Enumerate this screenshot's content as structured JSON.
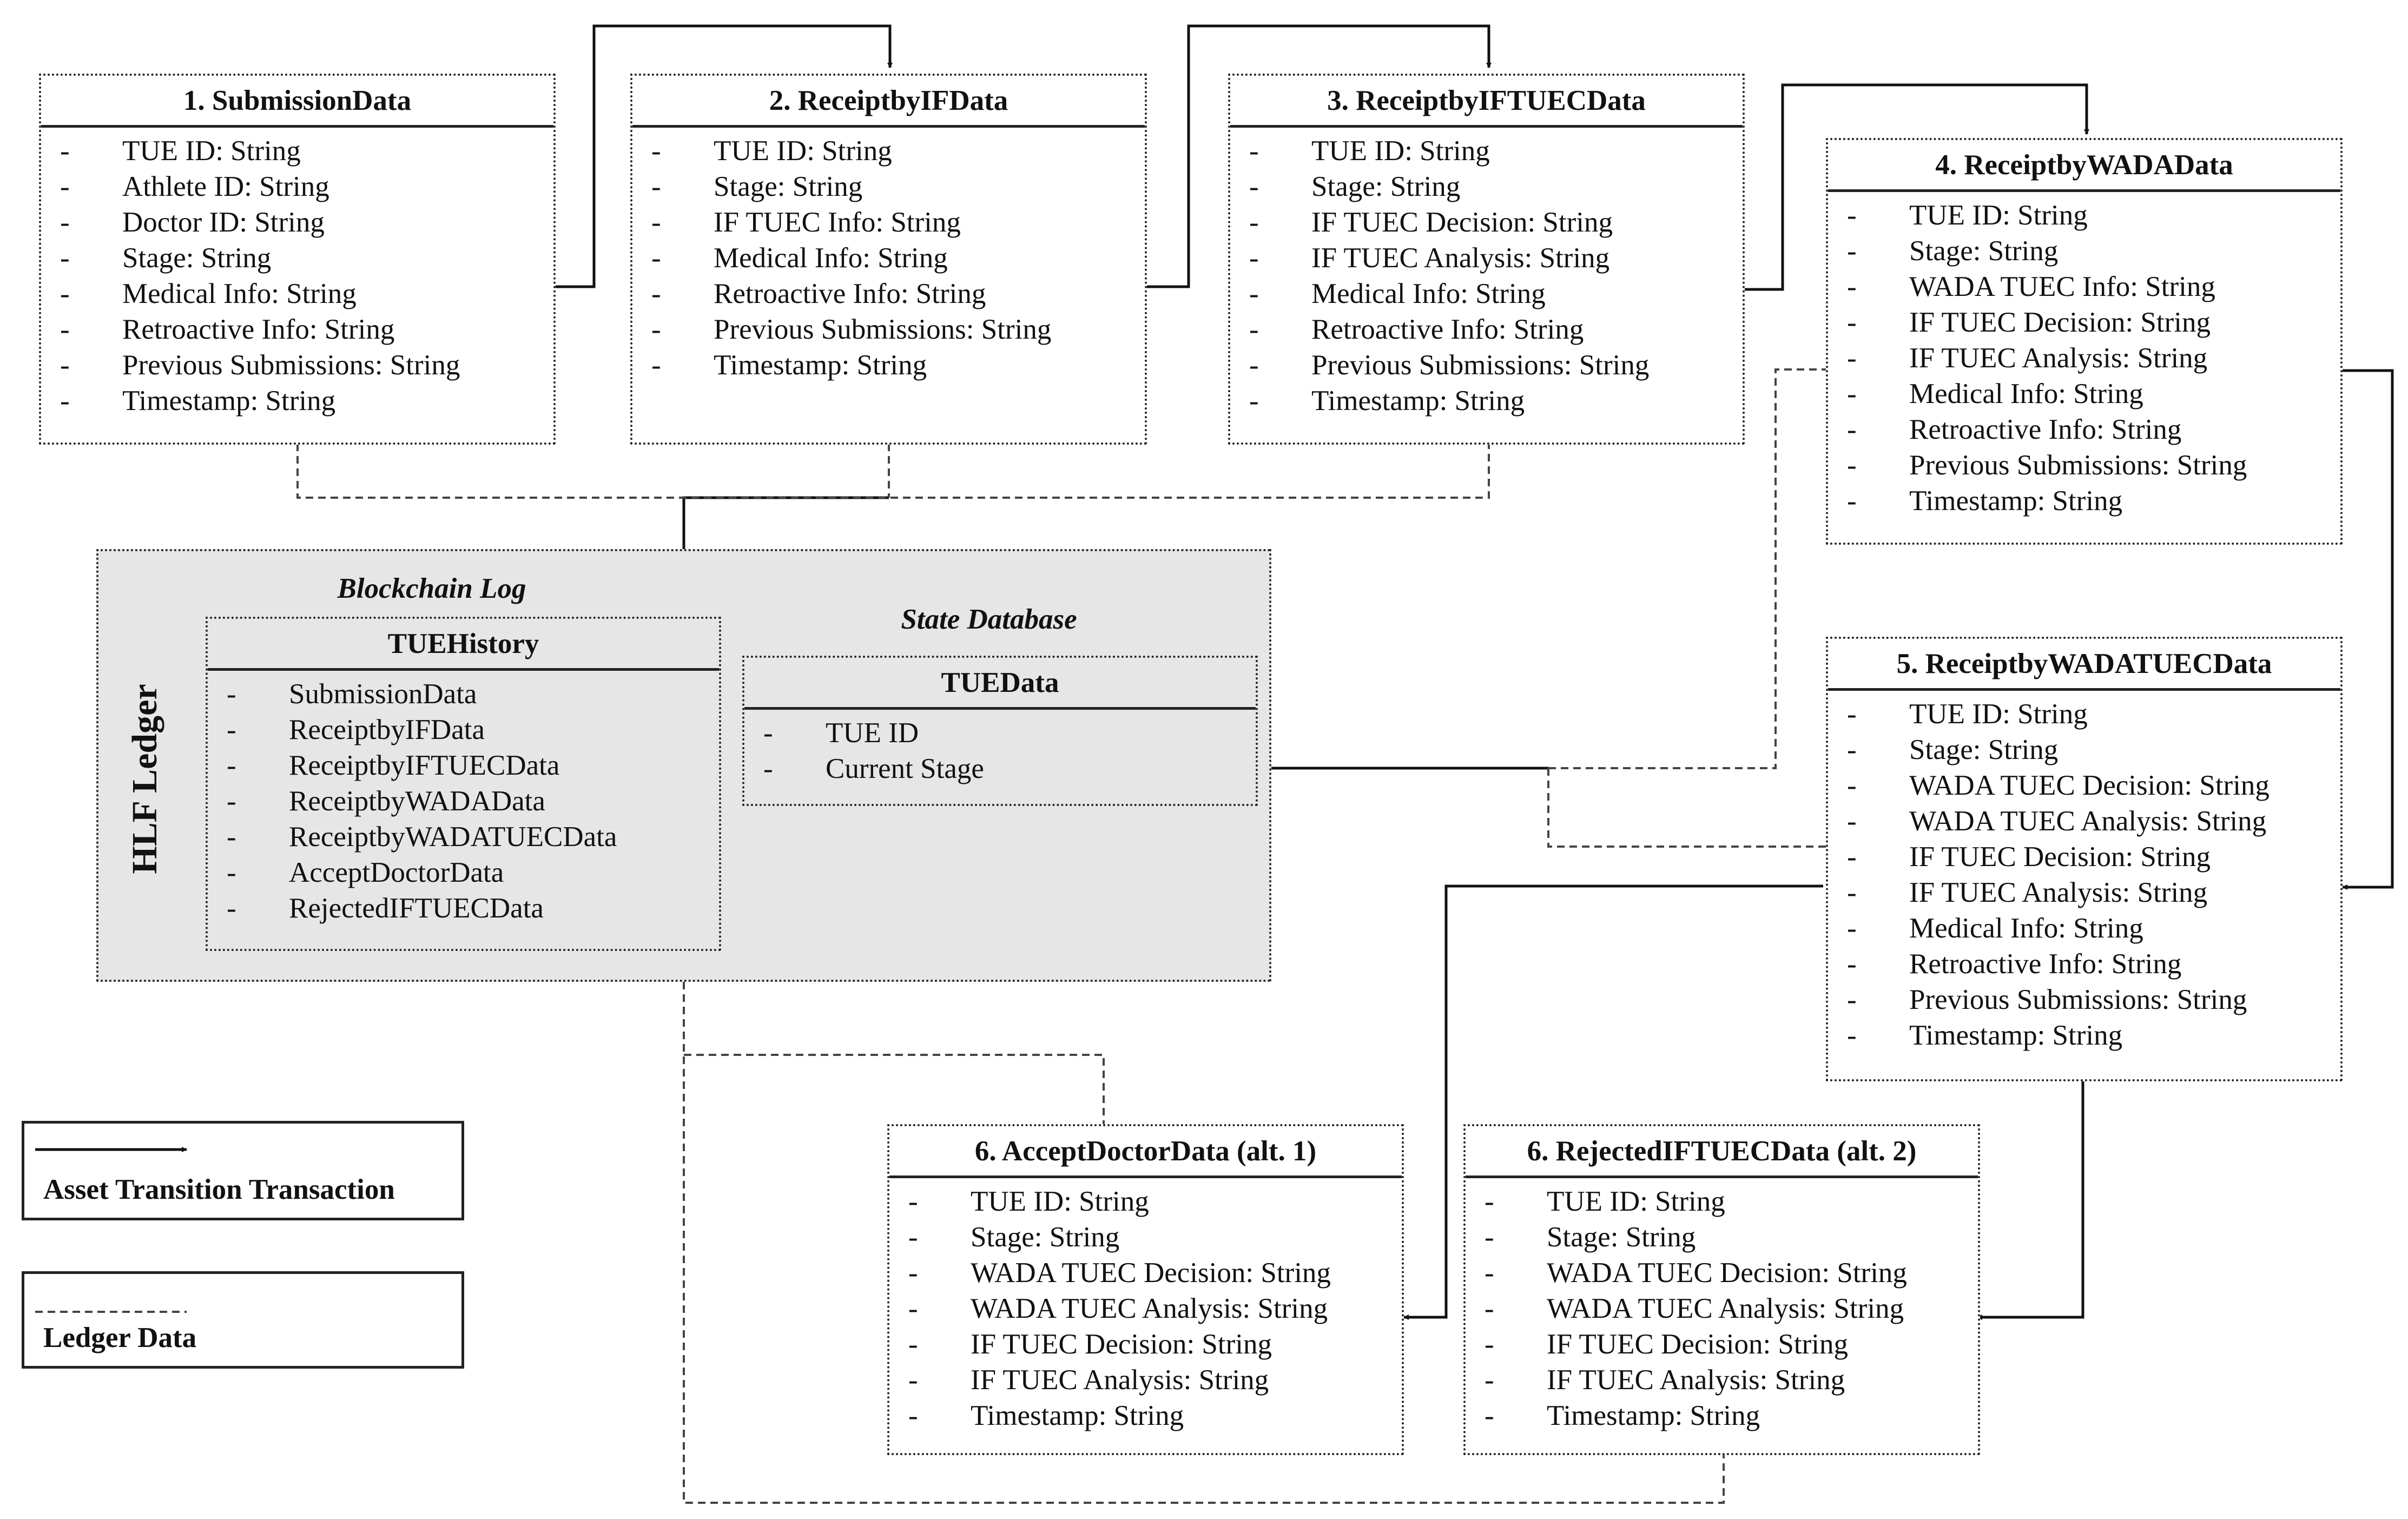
{
  "boxes": {
    "submission": {
      "title": "1. SubmissionData",
      "fields": [
        "TUE ID: String",
        "Athlete ID: String",
        "Doctor ID: String",
        "Stage: String",
        "Medical Info: String",
        "Retroactive Info: String",
        "Previous Submissions: String",
        "Timestamp: String"
      ]
    },
    "receipt_if": {
      "title": "2. ReceiptbyIFData",
      "fields": [
        "TUE ID: String",
        "Stage: String",
        "IF TUEC Info: String",
        "Medical Info: String",
        "Retroactive Info: String",
        "Previous Submissions: String",
        "Timestamp: String"
      ]
    },
    "receipt_iftuec": {
      "title": "3. ReceiptbyIFTUECData",
      "fields": [
        "TUE ID: String",
        "Stage: String",
        "IF TUEC Decision: String",
        "IF TUEC Analysis: String",
        "Medical Info: String",
        "Retroactive Info: String",
        "Previous Submissions: String",
        "Timestamp: String"
      ]
    },
    "receipt_wada": {
      "title": "4. ReceiptbyWADAData",
      "fields": [
        "TUE ID: String",
        "Stage: String",
        "WADA TUEC Info: String",
        "IF TUEC Decision: String",
        "IF TUEC Analysis: String",
        "Medical Info: String",
        "Retroactive Info: String",
        "Previous Submissions: String",
        "Timestamp: String"
      ]
    },
    "receipt_wadatuec": {
      "title": "5. ReceiptbyWADATUECData",
      "fields": [
        "TUE ID: String",
        "Stage: String",
        "WADA TUEC Decision: String",
        "WADA TUEC Analysis: String",
        "IF TUEC Decision: String",
        "IF TUEC Analysis: String",
        "Medical Info: String",
        "Retroactive Info: String",
        "Previous Submissions: String",
        "Timestamp: String"
      ]
    },
    "accept_doctor": {
      "title": "6. AcceptDoctorData (alt. 1)",
      "fields": [
        "TUE ID: String",
        "Stage: String",
        "WADA TUEC Decision: String",
        "WADA TUEC Analysis: String",
        "IF TUEC Decision: String",
        "IF TUEC Analysis: String",
        "Timestamp: String"
      ]
    },
    "rejected_iftuec": {
      "title": "6. RejectedIFTUECData (alt. 2)",
      "fields": [
        "TUE ID: String",
        "Stage: String",
        "WADA TUEC Decision: String",
        "WADA TUEC Analysis: String",
        "IF TUEC Decision: String",
        "IF TUEC Analysis: String",
        "Timestamp: String"
      ]
    }
  },
  "ledger": {
    "label": "HLF Ledger",
    "blockchain_log_heading": "Blockchain Log",
    "state_db_heading": "State Database",
    "history": {
      "title": "TUEHistory",
      "items": [
        "SubmissionData",
        "ReceiptbyIFData",
        "ReceiptbyIFTUECData",
        "ReceiptbyWADAData",
        "ReceiptbyWADATUECData",
        "AcceptDoctorData",
        "RejectedIFTUECData"
      ]
    },
    "state": {
      "title": "TUEData",
      "items": [
        "TUE ID",
        "Current Stage"
      ]
    }
  },
  "legend": {
    "transition_label": "Asset Transition Transaction",
    "ledger_data_label": "Ledger Data"
  }
}
